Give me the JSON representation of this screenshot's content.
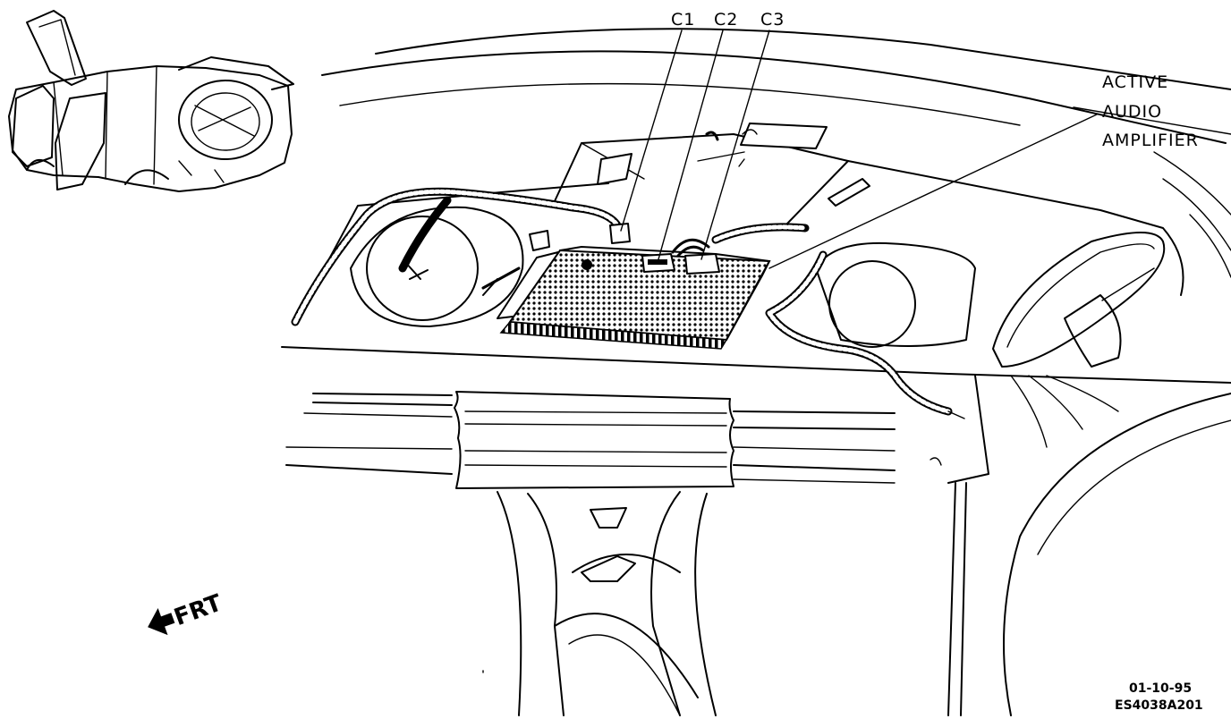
{
  "labels": {
    "c1": "C1",
    "c2": "C2",
    "c3": "C3",
    "amp_line1": "ACTIVE",
    "amp_line2": "AUDIO",
    "amp_line3": "AMPLIFIER",
    "front": "FRT",
    "date": "01-10-95",
    "code": "ES4038A201"
  },
  "colors": {
    "ink": "#000000",
    "paper": "#ffffff"
  }
}
